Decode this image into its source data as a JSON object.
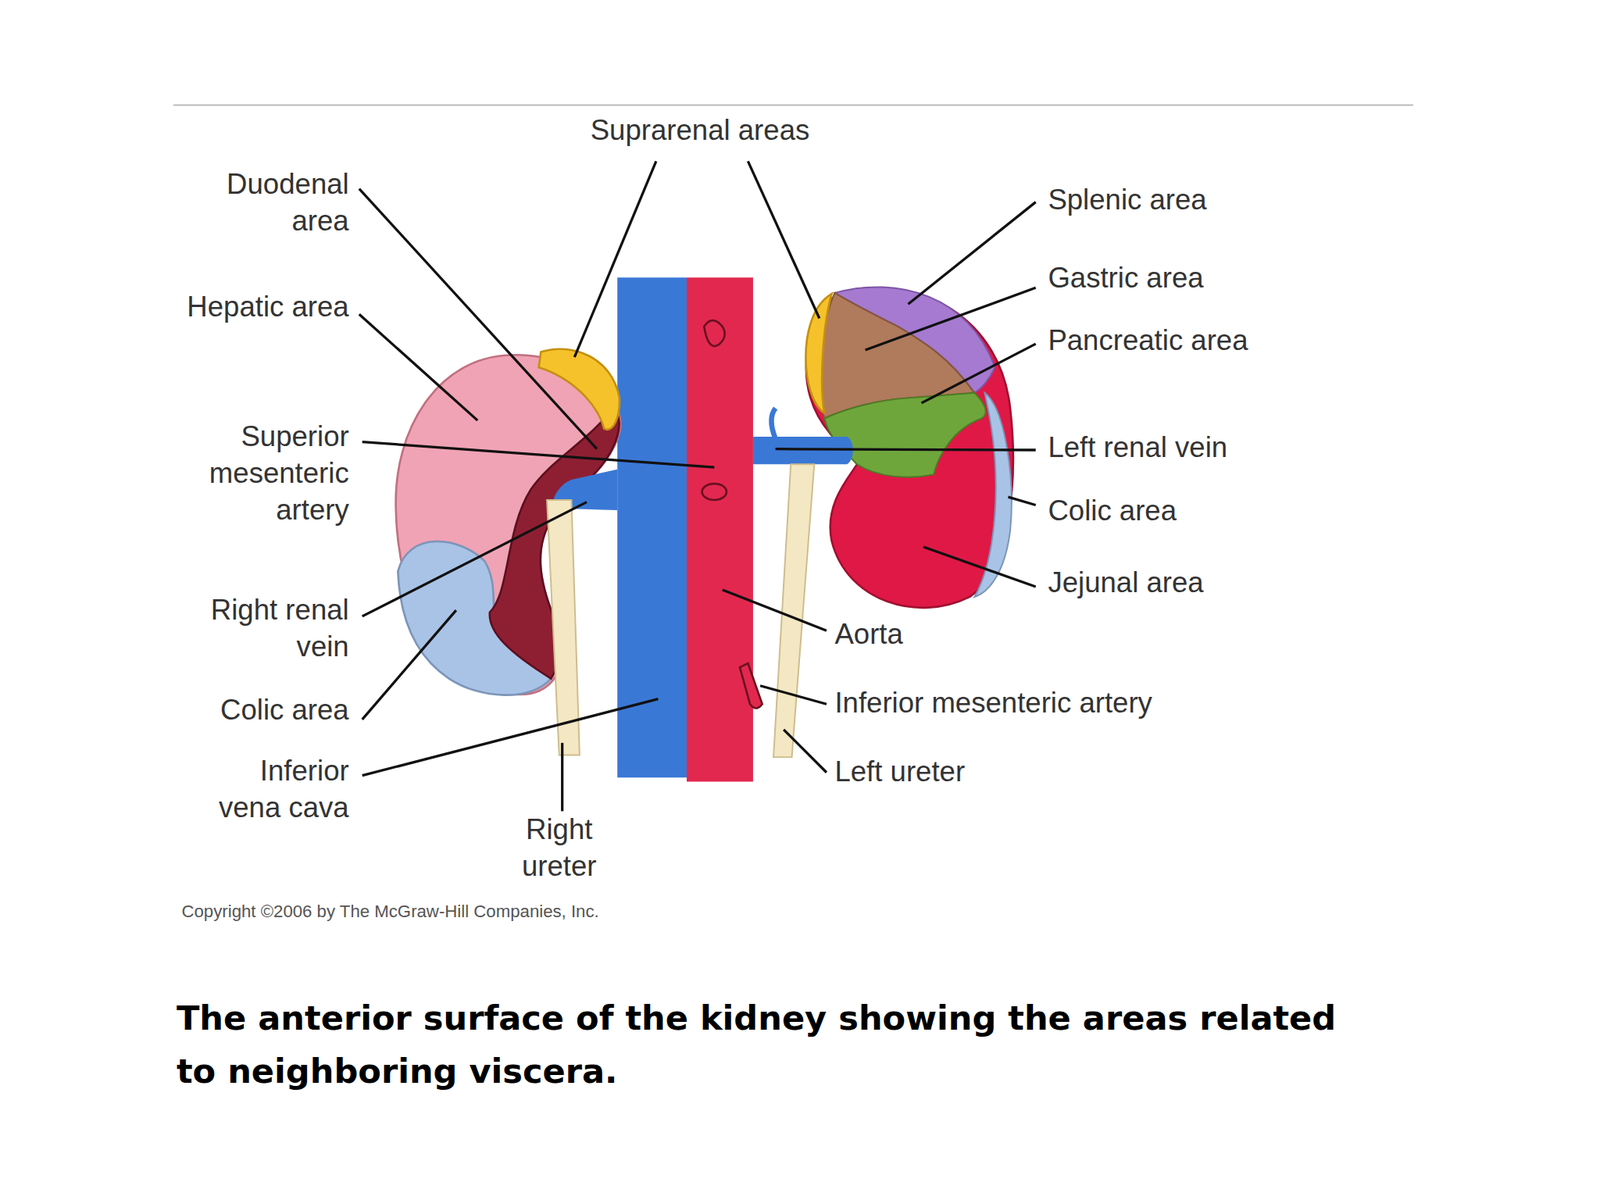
{
  "diagram": {
    "caption": "The anterior surface of the kidney showing the areas related to neighboring viscera.",
    "labels": [
      "Suprarenal areas",
      "Duodenal area",
      "Hepatic area",
      "Superior mesenteric artery",
      "Right renal vein",
      "Colic area",
      "Inferior vena cava",
      "Right ureter",
      "Splenic area",
      "Gastric area",
      "Pancreatic area",
      "Left renal vein",
      "Colic area",
      "Jejunal area",
      "Aorta",
      "Inferior mesenteric artery",
      "Left ureter",
      "Copyright ©2006 by The McGraw-Hill Companies, Inc."
    ]
  }
}
